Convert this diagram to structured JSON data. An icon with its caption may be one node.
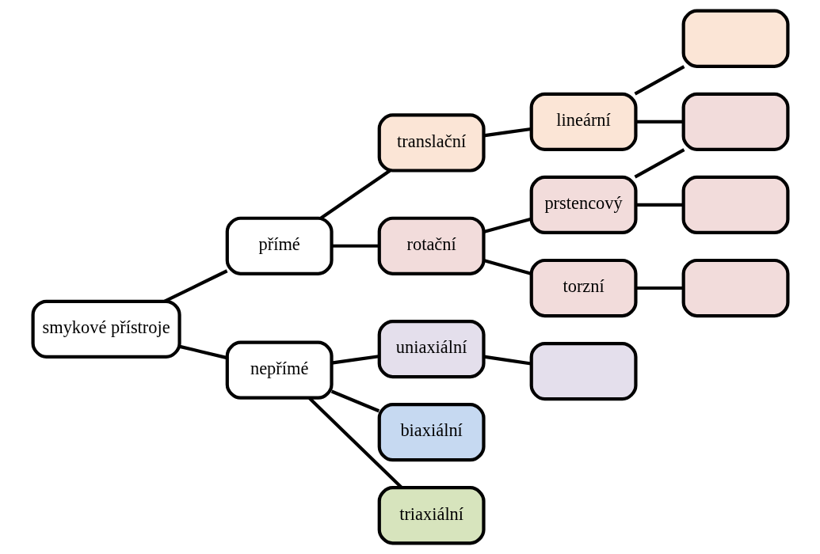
{
  "diagram": {
    "nodes": [
      {
        "text": [
          "smykové přístroje"
        ]
      },
      {
        "text": [
          "přímé"
        ]
      },
      {
        "text": [
          "translační"
        ]
      },
      {
        "text": [
          "lineární"
        ]
      },
      {
        "text": [],
        "shape": "box"
      },
      {
        "text": [],
        "shape": "box"
      },
      {
        "text": [
          "rotační"
        ]
      },
      {
        "text": [
          "prstencový"
        ]
      },
      {
        "text": [],
        "shape": "box"
      },
      {
        "text": [
          "torzní"
        ]
      },
      {
        "text": [],
        "shape": "box"
      },
      {
        "text": [
          "nepřímé"
        ]
      },
      {
        "text": [
          "uniaxiální"
        ]
      },
      {
        "text": [],
        "shape": "box"
      },
      {
        "text": [
          "biaxiální"
        ]
      },
      {
        "text": [
          "triaxiální"
        ]
      }
    ],
    "edges": [
      {
        "from": 0,
        "to": 1,
        "arrow": "none"
      },
      {
        "from": 0,
        "to": 11,
        "arrow": "none"
      },
      {
        "from": 1,
        "to": 2,
        "arrow": "none"
      },
      {
        "from": 1,
        "to": 6,
        "arrow": "none"
      },
      {
        "from": 2,
        "to": 3,
        "arrow": "none"
      },
      {
        "from": 3,
        "to": 4,
        "arrow": "none"
      },
      {
        "from": 3,
        "to": 5,
        "arrow": "none"
      },
      {
        "from": 6,
        "to": 7,
        "arrow": "none"
      },
      {
        "from": 6,
        "to": 9,
        "arrow": "none"
      },
      {
        "from": 7,
        "to": 5,
        "arrow": "none"
      },
      {
        "from": 7,
        "to": 8,
        "arrow": "none"
      },
      {
        "from": 9,
        "to": 10,
        "arrow": "none"
      },
      {
        "from": 11,
        "to": 12,
        "arrow": "none"
      },
      {
        "from": 11,
        "to": 14,
        "arrow": "none"
      },
      {
        "from": 11,
        "to": 15,
        "arrow": "none"
      },
      {
        "from": 12,
        "to": 13,
        "arrow": "none"
      }
    ]
  }
}
